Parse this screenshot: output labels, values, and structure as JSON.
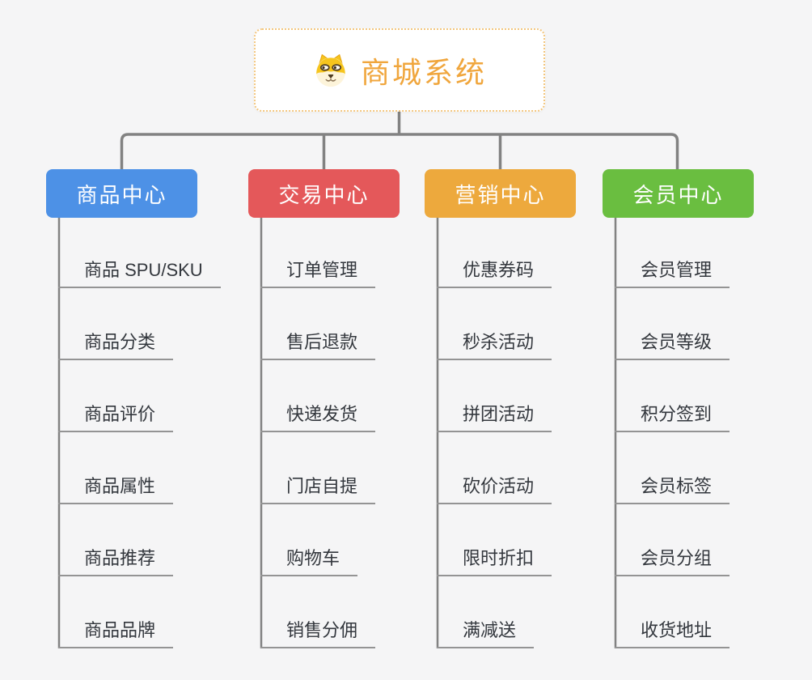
{
  "root": {
    "title": "商城系统",
    "icon": "dog-face-icon",
    "title_color": "#f0a63d",
    "border_color": "#f3c67e"
  },
  "branches": [
    {
      "label": "商品中心",
      "color": "#4d91e6",
      "items": [
        "商品 SPU/SKU",
        "商品分类",
        "商品评价",
        "商品属性",
        "商品推荐",
        "商品品牌"
      ]
    },
    {
      "label": "交易中心",
      "color": "#e4585a",
      "items": [
        "订单管理",
        "售后退款",
        "快递发货",
        "门店自提",
        "购物车",
        "销售分佣"
      ]
    },
    {
      "label": "营销中心",
      "color": "#eda93d",
      "items": [
        "优惠券码",
        "秒杀活动",
        "拼团活动",
        "砍价活动",
        "限时折扣",
        "满减送"
      ]
    },
    {
      "label": "会员中心",
      "color": "#6abe40",
      "items": [
        "会员管理",
        "会员等级",
        "积分签到",
        "会员标签",
        "会员分组",
        "收货地址"
      ]
    }
  ],
  "connector_color": "#828282"
}
